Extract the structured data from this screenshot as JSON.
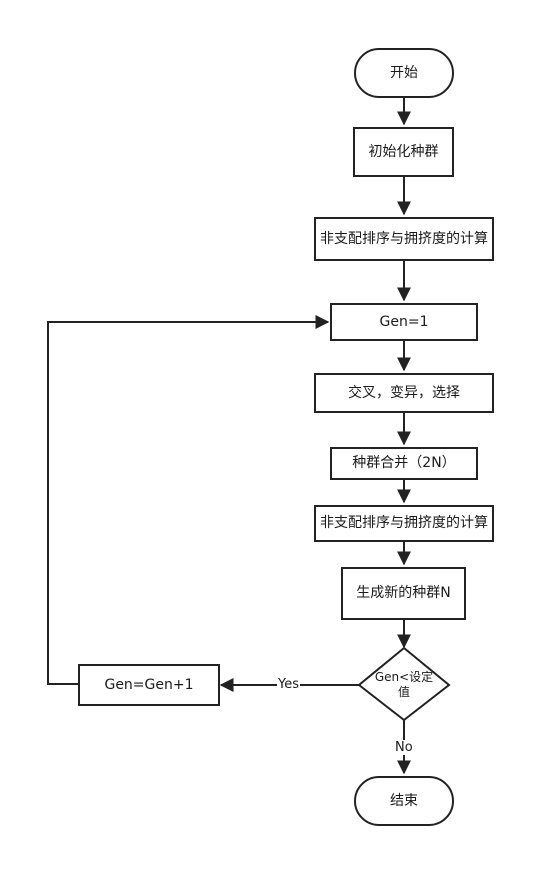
{
  "nodes": {
    "start": "开始",
    "init": "初始化种群",
    "sort1": "非支配排序与拥挤度的计算",
    "gen1": "Gen=1",
    "ops": "交叉，变异，选择",
    "merge": "种群合并（2N）",
    "sort2": "非支配排序与拥挤度的计算",
    "newpop": "生成新的种群N",
    "decision": "Gen<设定值",
    "increment": "Gen=Gen+1",
    "end": "结束"
  },
  "edges": {
    "yes": "Yes",
    "no": "No"
  },
  "colors": {
    "stroke": "#222222",
    "background": "#ffffff"
  }
}
